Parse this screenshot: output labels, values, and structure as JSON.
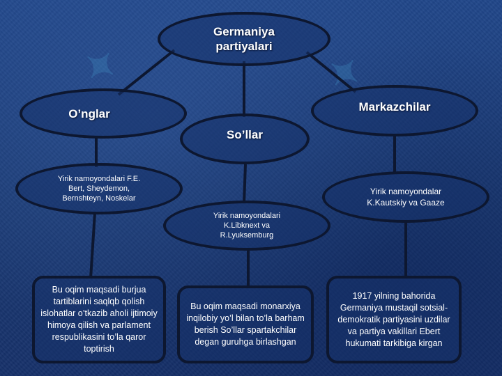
{
  "diagram": {
    "root": {
      "label": "Germaniya\npartiyalari"
    },
    "branches": [
      {
        "label": "O’nglar",
        "representatives": "Yirik namoyondalari F.E. Bert, Sheydemon, Bernshteyn, Noskelar",
        "description": "Bu oqim maqsadi burjua tartiblarini saqlqb qolish islohatlar o’tkazib aholi ijtimoiy himoya qilish va parlament respublikasini to’la qaror toptirish"
      },
      {
        "label": "So’llar",
        "representatives": "Yirik namoyondalari\nK.Libknext va\nR.Lyuksemburg",
        "description": "Bu oqim maqsadi monarxiya inqilobiy yo’l bilan to’la barham berish So’llar spartakchilar degan guruhga birlashgan"
      },
      {
        "label": "Markazchilar",
        "representatives": "Yirik namoyondalar\nK.Kautskiy va Gaaze",
        "description": "1917 yilning bahorida Germaniya mustaqil sotsial-demokratik partiyasini uzdilar va partiya vakillari Ebert hukumati tarkibiga kirgan"
      }
    ]
  },
  "colors": {
    "border": "#0d1730",
    "text": "#ffffff"
  }
}
